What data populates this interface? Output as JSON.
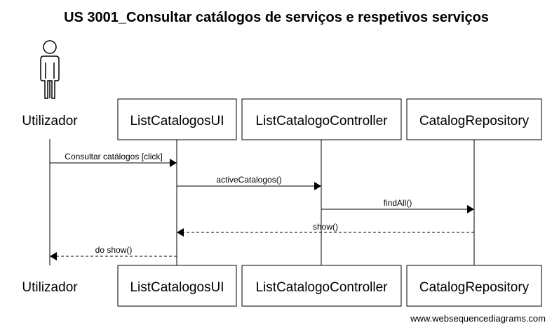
{
  "title": "US 3001_Consultar catálogos de serviços e respetivos serviços",
  "actor": {
    "name": "Utilizador",
    "icon": "stick-figure-actor-icon"
  },
  "participants": [
    {
      "name": "ListCatalogosUI"
    },
    {
      "name": "ListCatalogoController"
    },
    {
      "name": "CatalogRepository"
    }
  ],
  "messages": [
    {
      "label": "Consultar catálogos [click]",
      "from": "Utilizador",
      "to": "ListCatalogosUI",
      "kind": "call"
    },
    {
      "label": "activeCatalogos()",
      "from": "ListCatalogosUI",
      "to": "ListCatalogoController",
      "kind": "call"
    },
    {
      "label": "findAll()",
      "from": "ListCatalogoController",
      "to": "CatalogRepository",
      "kind": "call"
    },
    {
      "label": "show()",
      "from": "CatalogRepository",
      "to": "ListCatalogosUI",
      "kind": "return"
    },
    {
      "label": "do show()",
      "from": "ListCatalogosUI",
      "to": "Utilizador",
      "kind": "return"
    }
  ],
  "watermark": "www.websequencediagrams.com"
}
